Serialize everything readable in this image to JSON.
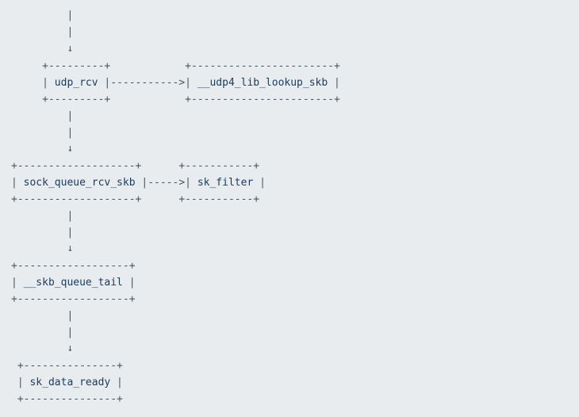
{
  "functions": {
    "udp_rcv": "udp_rcv",
    "udp4_lib_lookup_skb": "__udp4_lib_lookup_skb",
    "sock_queue_rcv_skb": "sock_queue_rcv_skb",
    "sk_filter": "sk_filter",
    "skb_queue_tail": "__skb_queue_tail",
    "sk_data_ready": "sk_data_ready"
  },
  "ascii": {
    "pipe": "         |",
    "arrow_down": "         ↓",
    "udp_border_left": "     +---------+",
    "udp_border_right": "            +-----------------------+",
    "udp_mid_prefix": "     | ",
    "udp_mid_between": " |----------->| ",
    "udp_mid_suffix": " |",
    "sock_border_left": "+-------------------+",
    "sock_border_right": "      +-----------+",
    "sock_mid_prefix": "| ",
    "sock_mid_between": " |----->| ",
    "sock_mid_suffix": " |",
    "skb_border": "+------------------+",
    "skb_mid_prefix": "| ",
    "skb_mid_suffix": " |",
    "ready_border": " +---------------+",
    "ready_mid_prefix": " | ",
    "ready_mid_suffix": " |"
  }
}
